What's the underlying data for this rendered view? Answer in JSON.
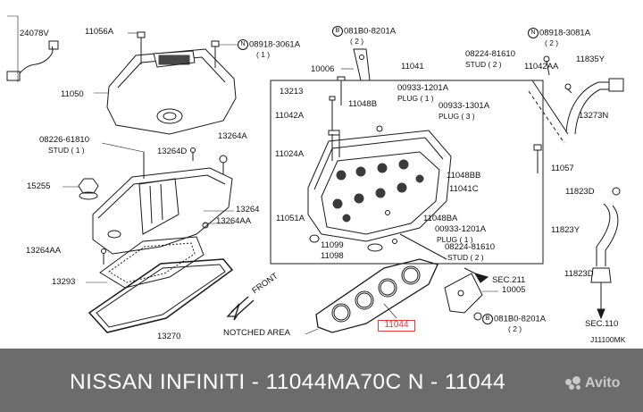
{
  "labels": {
    "l24078v": "24078V",
    "l11056a": "11056A",
    "l08918_3061a": "08918-3061A",
    "l08918_3061a_q": "( 1 )",
    "l08180_8201a_top": "081B0-8201A",
    "l08180_8201a_top_q": "( 2 )",
    "l08918_3081a": "08918-3081A",
    "l08918_3081a_q": "( 2 )",
    "l10006": "10006",
    "l11041": "11041",
    "l08224_81610_top": "08224-81610",
    "l08224_81610_top_stud": "STUD ( 2 )",
    "l11042aa": "11042AA",
    "l11835y": "11835Y",
    "l11050": "11050",
    "l13213": "13213",
    "l00933_1201a_top": "00933-1201A",
    "l00933_1201a_top_plug": "PLUG ( 1 )",
    "l00933_1301a": "00933-1301A",
    "l00933_1301a_plug": "PLUG ( 3 )",
    "l13273n": "13273N",
    "l11042a": "11042A",
    "l11048b_top": "11048B",
    "l08226_61810": "08226-61810",
    "l08226_61810_stud": "STUD ( 1 )",
    "l13264a": "13264A",
    "l13264d": "13264D",
    "l11024a": "11024A",
    "l11057": "11057",
    "l11048bb": "11048BB",
    "l11041c": "11041C",
    "l15255": "15255",
    "l11823d_top": "11823D",
    "l13264": "13264",
    "l13264aa_r": "13264AA",
    "l11051a": "11051A",
    "l11048ba": "11048BA",
    "l00933_1201a_bot": "00933-1201A",
    "l00933_1201a_bot_plug": "PLUG ( 1 )",
    "l11823y": "11823Y",
    "l11099": "11099",
    "l08224_81610_bot": "08224-81610",
    "l08224_81610_bot_stud": "STUD ( 2 )",
    "l13264aa_l": "13264AA",
    "l11098": "11098",
    "l13293": "13293",
    "l_sec211": "SEC.211",
    "l11823d_bot": "11823D",
    "l10005": "10005",
    "l_front": "FRONT",
    "l08180_8201a_bot": "081B0-8201A",
    "l08180_8201a_bot_q": "( 2 )",
    "l_sec110": "SEC.110",
    "l11044": "11044",
    "l13270": "13270",
    "l_notched": "NOTCHED AREA",
    "l_j11100mk": "J11100MK"
  },
  "circle_marks": {
    "n": "N",
    "b": "B"
  },
  "colors": {
    "highlight": "#e03a3a",
    "footer_bg": "#6c6c6c",
    "footer_text": "#ffffff"
  },
  "footer": {
    "text": "NISSAN  INFINITI - 11044MA70C     N - 11044"
  },
  "watermark": {
    "brand": "Avito",
    "icon": "avito-dots-icon"
  }
}
